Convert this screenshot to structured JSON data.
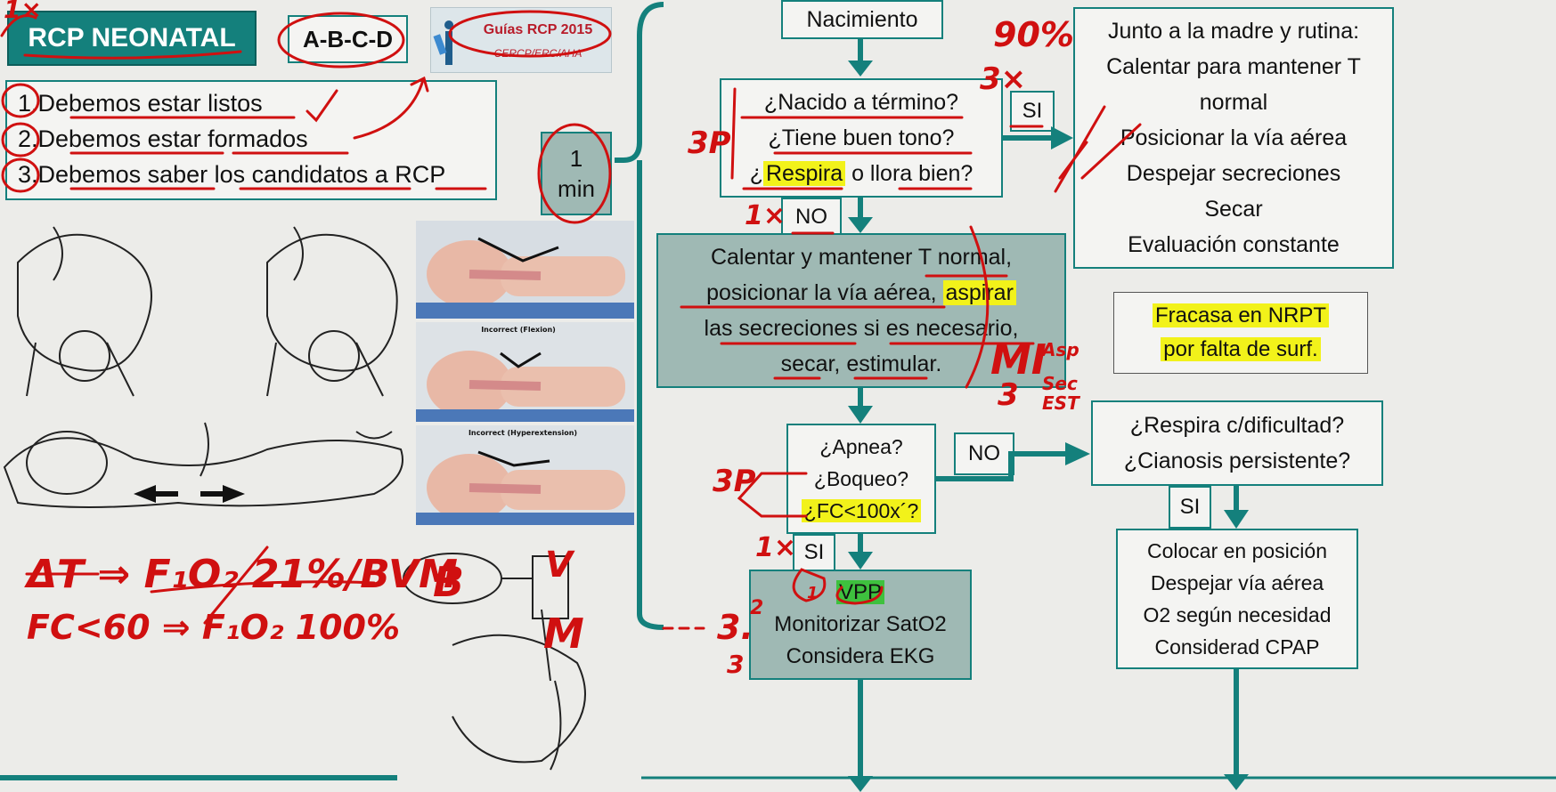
{
  "left": {
    "title": "RCP NEONATAL",
    "abcd": "A-B-C-D",
    "guide_title": "Guías RCP 2015",
    "guide_sub": "CERCP/ERC/AHA",
    "list": [
      {
        "num": "1.",
        "text": "Debemos estar listos"
      },
      {
        "num": "2.",
        "text": "Debemos estar formados"
      },
      {
        "num": "3.",
        "text": "Debemos saber los candidatos a RCP"
      }
    ],
    "one_min": "1 min",
    "img_incorrect_flexion": "Incorrect (Flexion)",
    "img_incorrect_hyper": "Incorrect (Hyperextension)"
  },
  "handwriting": {
    "delta_line": "ΔT ⇒ F₁O₂ 21%/BVM",
    "fc_line": "FC<60 ⇒ F₁O₂ 100%",
    "pct90": "90%",
    "x3_top": "3×",
    "p3_top": "3P",
    "x1_no": "1×",
    "mi": "MI",
    "asp": "Asp",
    "sec": "Sec",
    "est": "EST",
    "three_top": "3",
    "p3_mid": "3P",
    "x1_si": "1×",
    "one_circle": "1",
    "b_letter": "B",
    "v_letter": "V",
    "m_letter": "M",
    "three_bottom": "3.",
    "two_circle": "2",
    "three_circle": "3",
    "x_mark": "1",
    "top_left_scribble": "1×"
  },
  "flow": {
    "nacimiento": "Nacimiento",
    "q1": [
      "¿Nacido a término?",
      "¿Tiene buen tono?",
      "¿",
      "Respira",
      " o llora bien?"
    ],
    "si1": "SI",
    "right_top": [
      "Junto a la madre y rutina:",
      "Calentar para mantener T",
      "normal",
      "Posicionar la vía aérea",
      "Despejar secreciones",
      "Secar",
      "Evaluación constante"
    ],
    "no1": "NO",
    "calentar": [
      "Calentar y mantener T normal,",
      "posicionar la vía aérea,",
      "aspirar",
      "las secreciones si es necesario,",
      "secar, estimular."
    ],
    "fracasa": [
      "Fracasa en NRPT",
      "por falta de surf."
    ],
    "q2": [
      "¿Apnea?",
      "¿Boqueo?",
      "¿FC<100x´?"
    ],
    "no2": "NO",
    "respira_q": [
      "¿Respira c/dificultad?",
      "¿Cianosis persistente?"
    ],
    "si2": "SI",
    "si3": "SI",
    "vpp": "VPP",
    "vpp_lines": [
      "Monitorizar SatO2",
      "Considera EKG"
    ],
    "colocar": [
      "Colocar en posición",
      "Despejar vía aérea",
      "O2 según necesidad",
      "Considerad CPAP"
    ]
  },
  "colors": {
    "teal": "#14807c",
    "ink": "#d01010",
    "highlight": "#f2f21a",
    "green": "#3ec13e"
  }
}
